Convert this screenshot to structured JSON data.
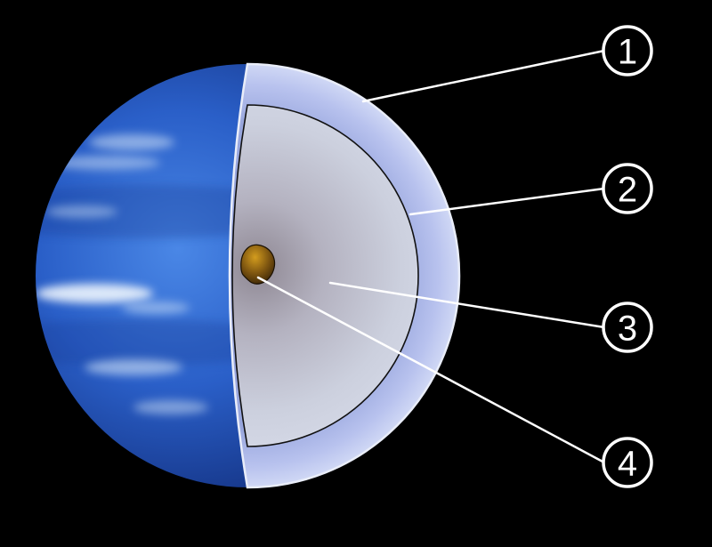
{
  "diagram": {
    "description": "Planet interior cutaway diagram with numbered layer callouts",
    "background": "#000000",
    "labels": [
      {
        "number": "1"
      },
      {
        "number": "2"
      },
      {
        "number": "3"
      },
      {
        "number": "4"
      }
    ],
    "colors": {
      "planet_bright": "#4a87e6",
      "planet_mid": "#2a5fc8",
      "planet_dark": "#13307f",
      "band_dark": "#16388f",
      "cloud": "#d6e6f8",
      "cloud_bright": "#eef5fd",
      "shell_inner": "#98a6dd",
      "shell_mid": "#b8c2ee",
      "shell_rim": "#d0d8f5",
      "shell_edge_highlight": "#e9edf9",
      "mantle_center": "#8e8792",
      "mantle_mid": "#b4b2c0",
      "mantle_outer": "#ccd0de",
      "mantle_rim": "#d2d6e4",
      "mantle_outline": "#111111",
      "core_bright": "#d39c1e",
      "core_mid": "#7c5410",
      "core_dark": "#221403",
      "core_outline": "#1a1002",
      "leader_line": "#ffffff",
      "label_ring": "#ffffff",
      "label_text": "#ffffff"
    }
  }
}
